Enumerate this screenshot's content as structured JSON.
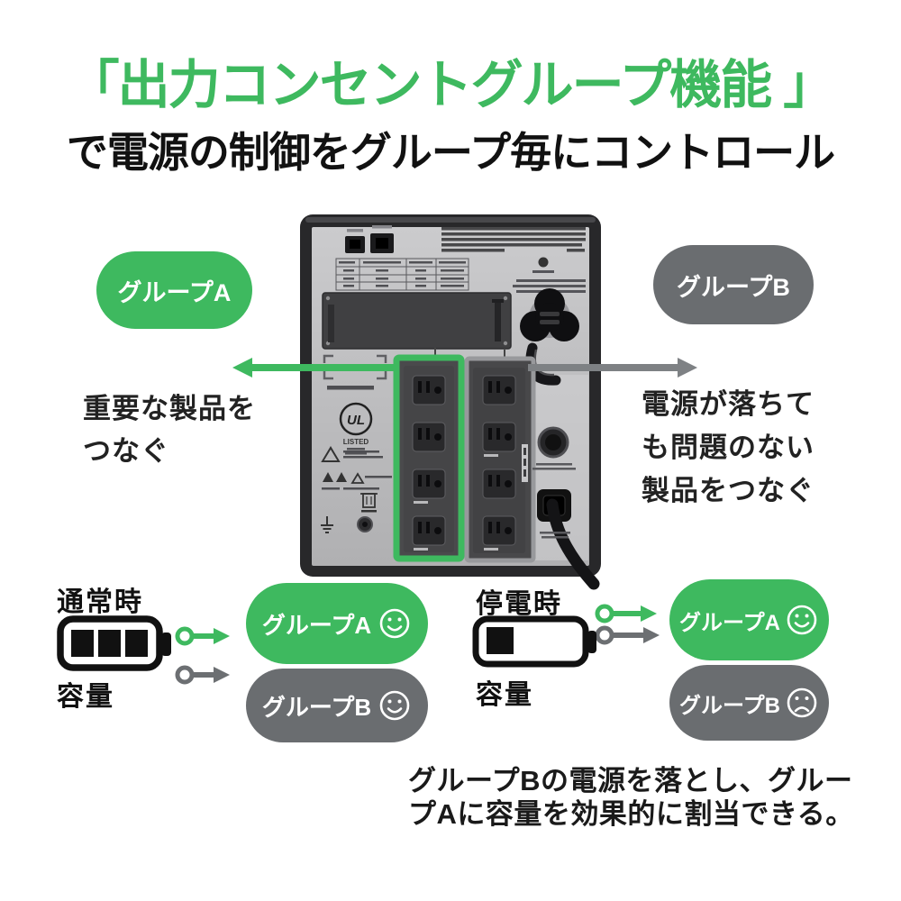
{
  "colors": {
    "accent_green": "#3eb95f",
    "group_b_gray": "#6a6d70",
    "arrow_gray": "#7e8184",
    "text_black": "#111111"
  },
  "header": {
    "title_main": "「出力コンセントグループ機能 」",
    "title_sub": "で電源の制御をグループ毎にコントロール"
  },
  "groups": {
    "a": {
      "label": "グループA",
      "caption": "重要な製品を\nつなぐ"
    },
    "b": {
      "label": "グループB",
      "caption": "電源が落ちて\nも問題のない\n製品をつなぐ"
    }
  },
  "device": {
    "ul_mark": "UL",
    "ul_listed": "LISTED"
  },
  "scenarios": {
    "normal": {
      "title": "通常時",
      "capacity_label": "容量",
      "battery_bars_filled": 3,
      "battery_bars_total": 3,
      "pills": [
        {
          "label": "グループA",
          "mood": "happy"
        },
        {
          "label": "グループB",
          "mood": "happy"
        }
      ]
    },
    "outage": {
      "title": "停電時",
      "capacity_label": "容量",
      "battery_bars_filled": 1,
      "battery_bars_total": 3,
      "pills": [
        {
          "label": "グループA",
          "mood": "happy"
        },
        {
          "label": "グループB",
          "mood": "sad"
        }
      ]
    }
  },
  "note": "グループBの電源を落とし、グルー\nプAに容量を効果的に割当できる。"
}
